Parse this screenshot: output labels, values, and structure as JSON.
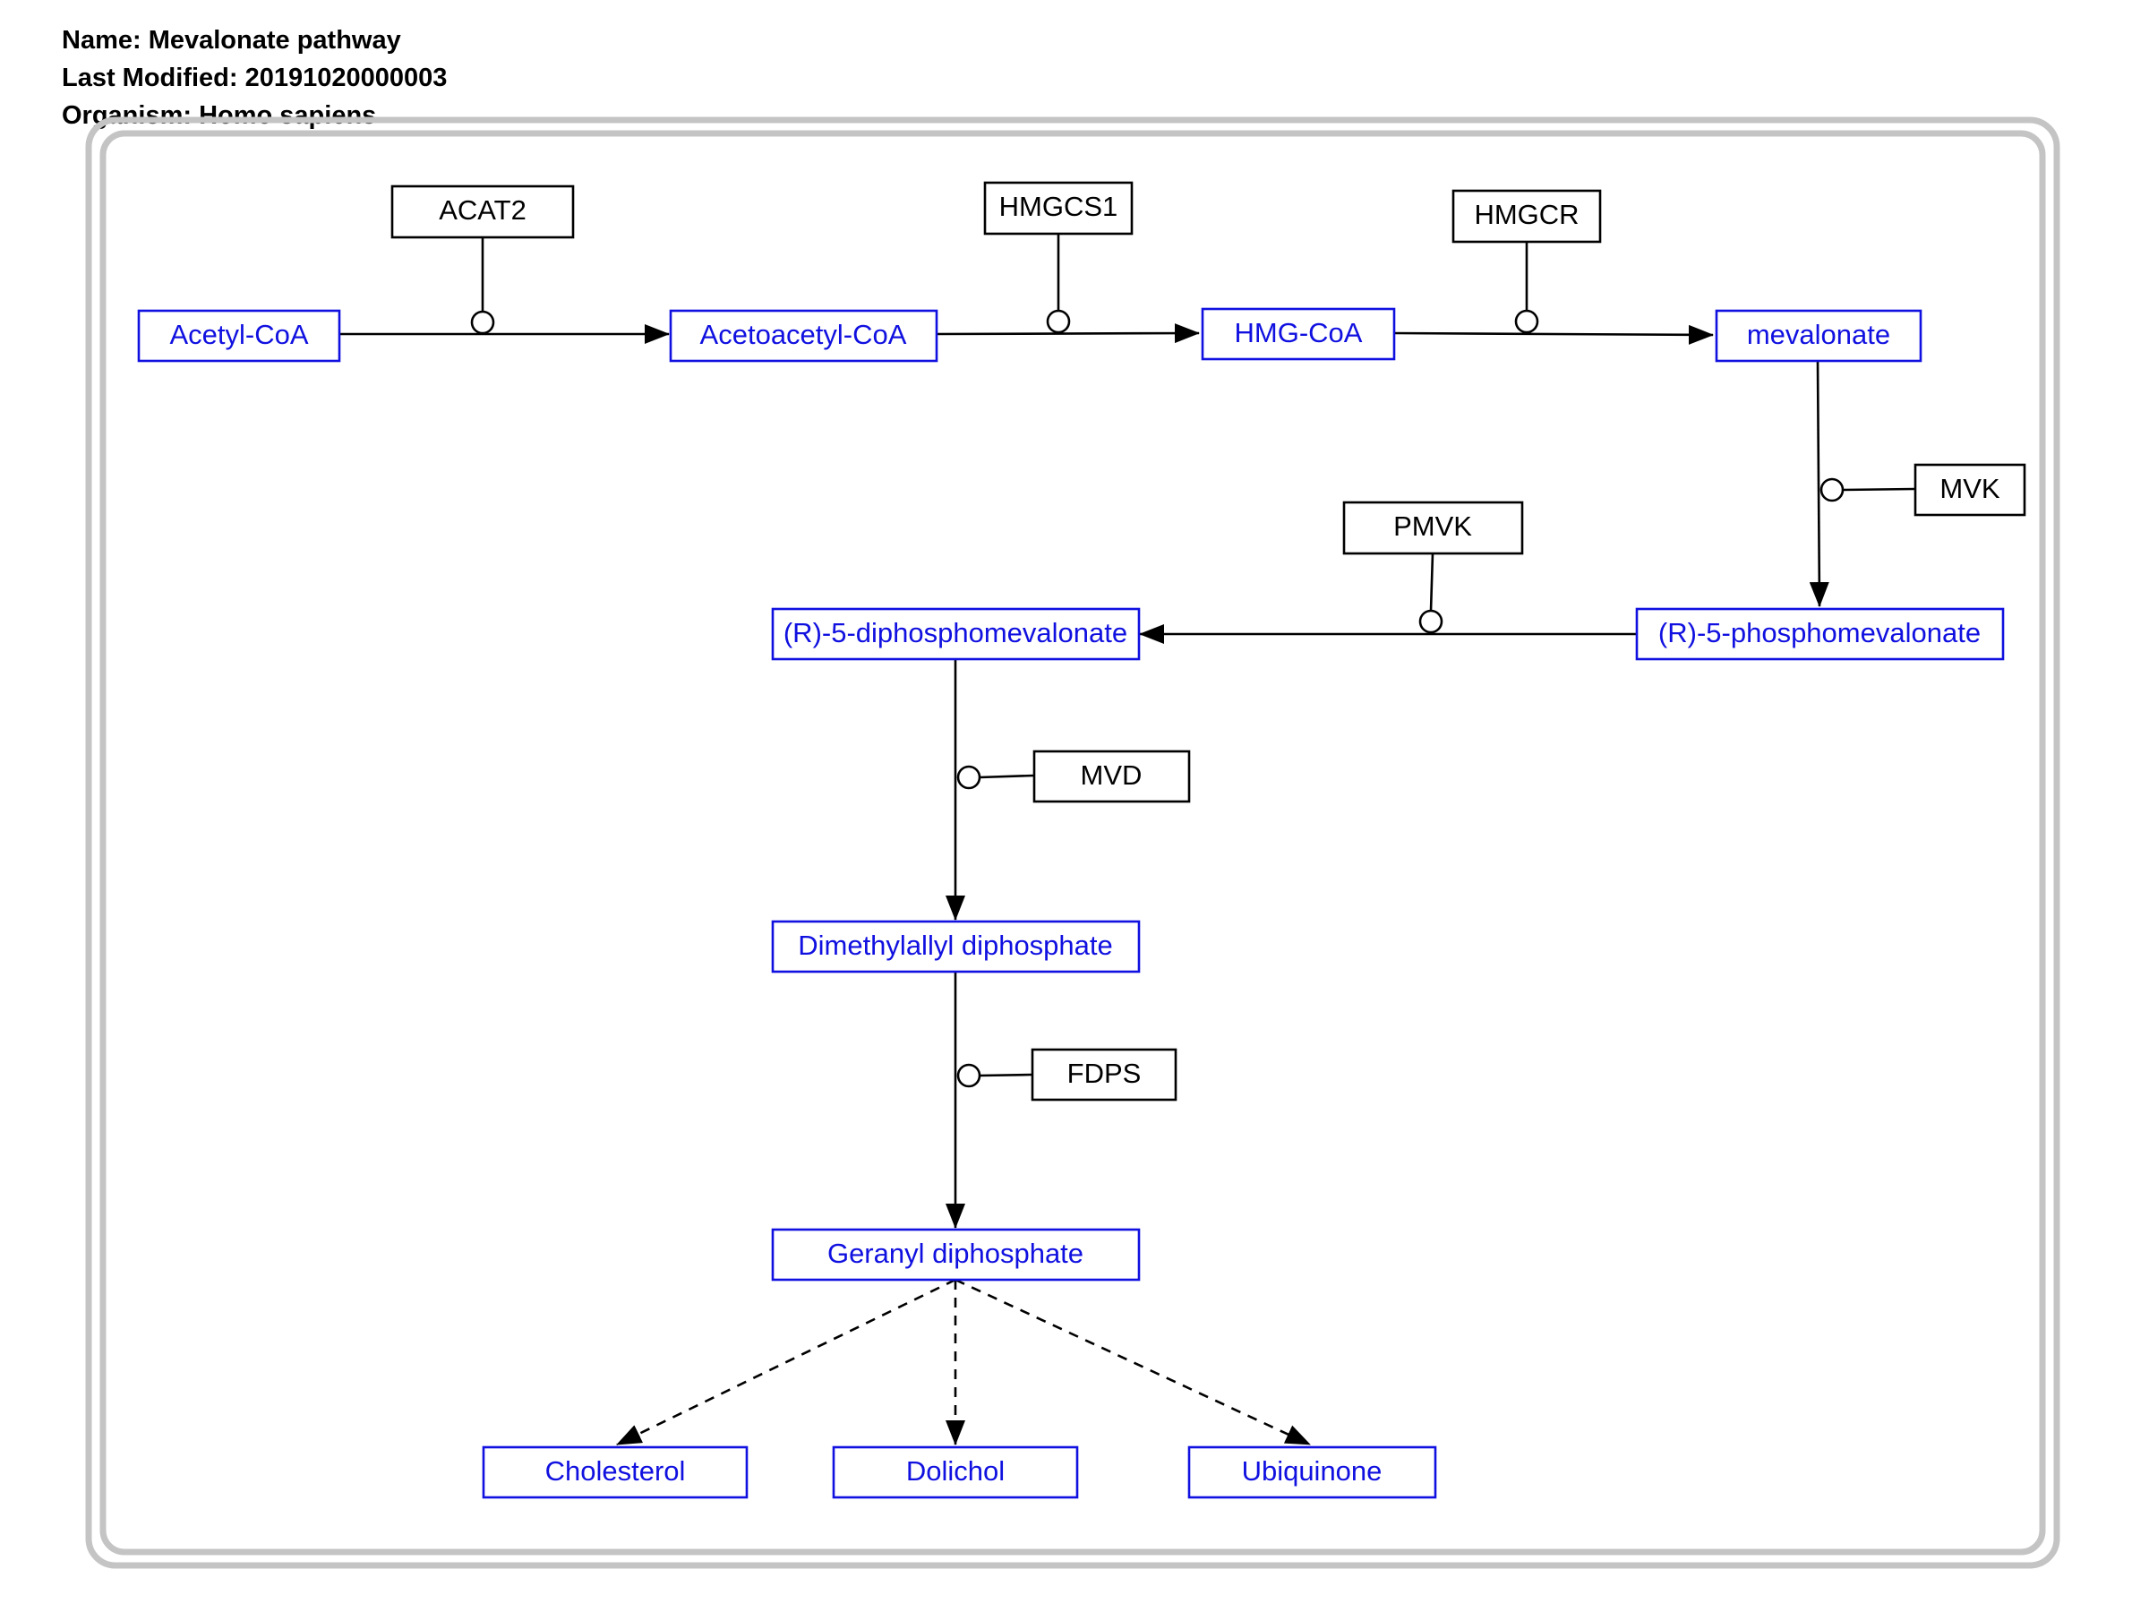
{
  "header": {
    "name_line": "Name: Mevalonate pathway",
    "modified_line": "Last Modified: 20191020000003",
    "organism_line": "Organism: Homo sapiens"
  },
  "colors": {
    "metabolite": "#1010e0",
    "gene": "#000000",
    "frame": "#c4c4c4",
    "edge": "#000000"
  },
  "nodes": {
    "acetyl_coa": "Acetyl-CoA",
    "acetoacetyl_coa": "Acetoacetyl-CoA",
    "hmg_coa": "HMG-CoA",
    "mevalonate": "mevalonate",
    "r5_phosphomevalonate": "(R)-5-phosphomevalonate",
    "r5_diphosphomevalonate": "(R)-5-diphosphomevalonate",
    "dimethylallyl_diphosphate": "Dimethylallyl diphosphate",
    "geranyl_diphosphate": "Geranyl diphosphate",
    "cholesterol": "Cholesterol",
    "dolichol": "Dolichol",
    "ubiquinone": "Ubiquinone",
    "acat2": "ACAT2",
    "hmgcs1": "HMGCS1",
    "hmgcr": "HMGCR",
    "mvk": "MVK",
    "pmvk": "PMVK",
    "mvd": "MVD",
    "fdps": "FDPS"
  }
}
